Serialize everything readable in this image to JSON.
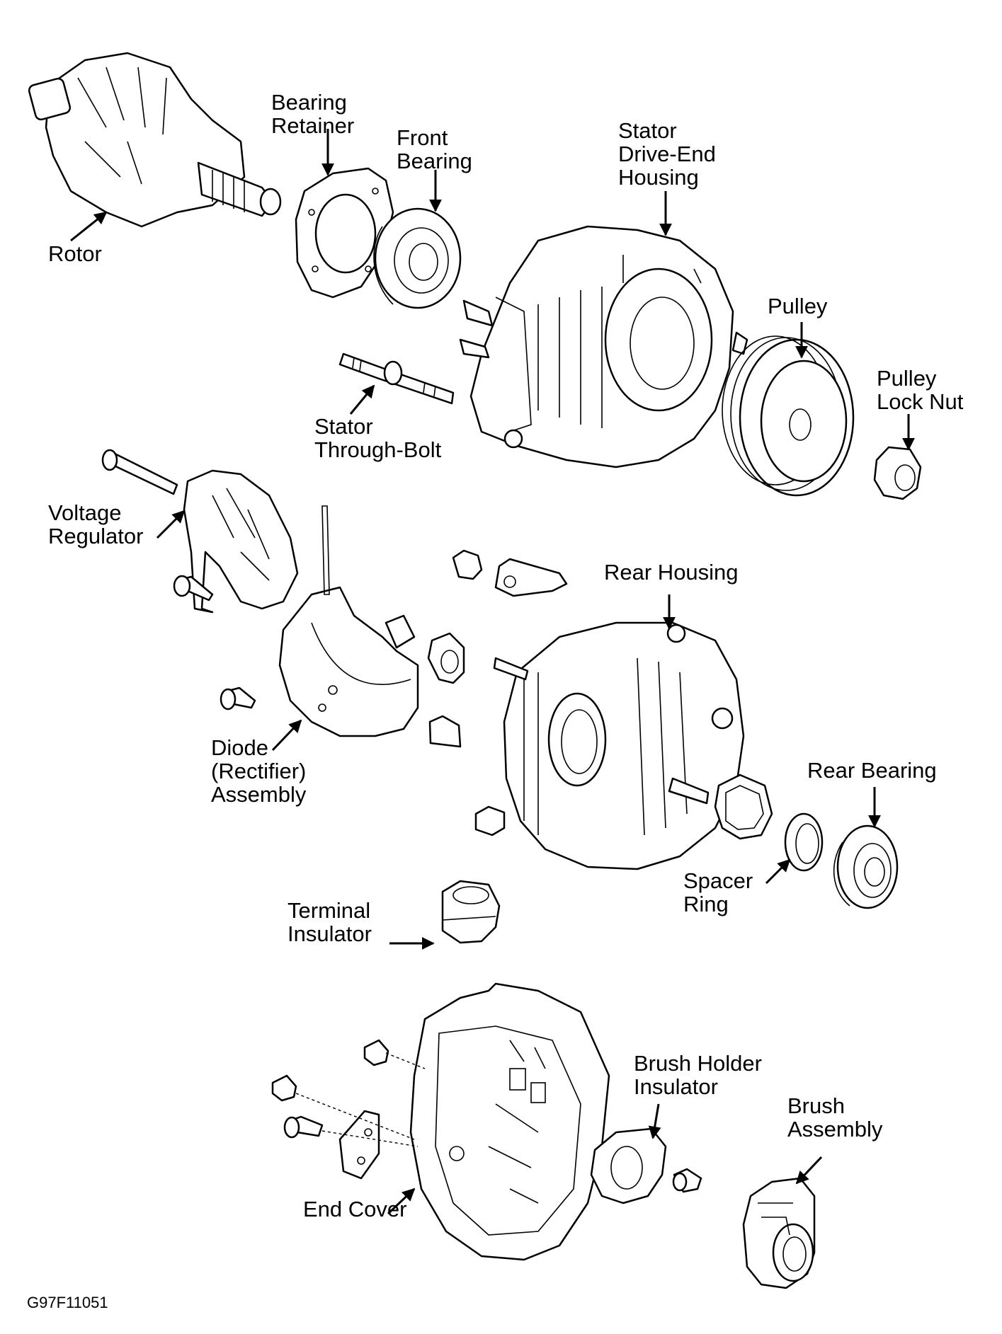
{
  "labels": {
    "rotor": "Rotor",
    "bearing_retainer": [
      "Bearing",
      "Retainer"
    ],
    "front_bearing": [
      "Front",
      "Bearing"
    ],
    "stator_housing": [
      "Stator",
      "Drive-End",
      "Housing"
    ],
    "pulley": "Pulley",
    "pulley_lock_nut": [
      "Pulley",
      "Lock Nut"
    ],
    "stator_through_bolt": [
      "Stator",
      "Through-Bolt"
    ],
    "voltage_regulator": [
      "Voltage",
      "Regulator"
    ],
    "rear_housing": "Rear Housing",
    "diode_assembly": [
      "Diode",
      "(Rectifier)",
      "Assembly"
    ],
    "rear_bearing": "Rear Bearing",
    "spacer_ring": [
      "Spacer",
      "Ring"
    ],
    "terminal_insulator": [
      "Terminal",
      "Insulator"
    ],
    "brush_holder_insulator": [
      "Brush Holder",
      "Insulator"
    ],
    "brush_assembly": [
      "Brush",
      "Assembly"
    ],
    "end_cover": "End Cover"
  },
  "figure_code": "G97F11051"
}
